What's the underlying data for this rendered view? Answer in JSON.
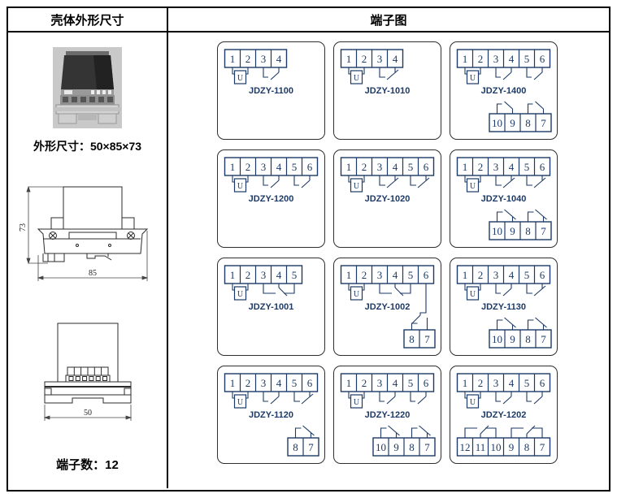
{
  "document": {
    "header": {
      "left_title": "壳体外形尺寸",
      "right_title": "端子图"
    }
  },
  "left_panel": {
    "dimension_text": "外形尺寸：50×85×73",
    "terminal_count_text": "端子数：12",
    "side_view": {
      "height_dim": "73",
      "width_dim": "85"
    },
    "front_view": {
      "width_dim": "50"
    }
  },
  "style": {
    "diagram_color": "#1d3a66"
  },
  "coil_label": "U",
  "cards": [
    {
      "model": "JDZY-1100",
      "top": [
        "1",
        "2",
        "3",
        "4"
      ],
      "coil": [
        0,
        1
      ],
      "top_contacts": [
        {
          "a": 2,
          "b": 3,
          "type": "no"
        }
      ],
      "bottom": [],
      "bottom_contacts": []
    },
    {
      "model": "JDZY-1010",
      "top": [
        "1",
        "2",
        "3",
        "4"
      ],
      "coil": [
        0,
        1
      ],
      "top_contacts": [
        {
          "a": 2,
          "b": 3,
          "type": "nc"
        }
      ],
      "bottom": [],
      "bottom_contacts": []
    },
    {
      "model": "JDZY-1400",
      "top": [
        "1",
        "2",
        "3",
        "4",
        "5",
        "6"
      ],
      "coil": [
        0,
        1
      ],
      "top_contacts": [
        {
          "a": 2,
          "b": 3,
          "type": "no"
        },
        {
          "a": 4,
          "b": 5,
          "type": "no"
        }
      ],
      "bottom": [
        "10",
        "9",
        "8",
        "7"
      ],
      "bottom_contacts": [
        {
          "a": 0,
          "b": 1,
          "type": "no"
        },
        {
          "a": 2,
          "b": 3,
          "type": "no"
        }
      ]
    },
    {
      "model": "JDZY-1200",
      "top": [
        "1",
        "2",
        "3",
        "4",
        "5",
        "6"
      ],
      "coil": [
        0,
        1
      ],
      "top_contacts": [
        {
          "a": 2,
          "b": 3,
          "type": "no"
        },
        {
          "a": 4,
          "b": 5,
          "type": "no"
        }
      ],
      "bottom": [],
      "bottom_contacts": []
    },
    {
      "model": "JDZY-1020",
      "top": [
        "1",
        "2",
        "3",
        "4",
        "5",
        "6"
      ],
      "coil": [
        0,
        1
      ],
      "top_contacts": [
        {
          "a": 2,
          "b": 3,
          "type": "nc"
        },
        {
          "a": 4,
          "b": 5,
          "type": "nc"
        }
      ],
      "bottom": [],
      "bottom_contacts": []
    },
    {
      "model": "JDZY-1040",
      "top": [
        "1",
        "2",
        "3",
        "4",
        "5",
        "6"
      ],
      "coil": [
        0,
        1
      ],
      "top_contacts": [
        {
          "a": 2,
          "b": 3,
          "type": "nc"
        },
        {
          "a": 4,
          "b": 5,
          "type": "nc"
        }
      ],
      "bottom": [
        "10",
        "9",
        "8",
        "7"
      ],
      "bottom_contacts": [
        {
          "a": 0,
          "b": 1,
          "type": "nc"
        },
        {
          "a": 2,
          "b": 3,
          "type": "nc"
        }
      ]
    },
    {
      "model": "JDZY-1001",
      "top": [
        "1",
        "2",
        "3",
        "4",
        "5"
      ],
      "coil": [
        0,
        1
      ],
      "top_contacts": [
        {
          "a": 2,
          "b": 3,
          "c": 4,
          "type": "co"
        }
      ],
      "bottom": [],
      "bottom_contacts": []
    },
    {
      "model": "JDZY-1002",
      "top": [
        "1",
        "2",
        "3",
        "4",
        "5",
        "6"
      ],
      "coil": [
        0,
        1
      ],
      "top_contacts": [
        {
          "a": 2,
          "b": 3,
          "c": 4,
          "type": "co"
        }
      ],
      "link_top_cell": 5,
      "bottom": [
        "8",
        "7"
      ],
      "bottom_contacts": [
        {
          "a": 0,
          "b": 1,
          "type": "link"
        }
      ]
    },
    {
      "model": "JDZY-1130",
      "top": [
        "1",
        "2",
        "3",
        "4",
        "5",
        "6"
      ],
      "coil": [
        0,
        1
      ],
      "top_contacts": [
        {
          "a": 2,
          "b": 3,
          "type": "no"
        },
        {
          "a": 4,
          "b": 5,
          "type": "nc"
        }
      ],
      "bottom": [
        "10",
        "9",
        "8",
        "7"
      ],
      "bottom_contacts": [
        {
          "a": 0,
          "b": 1,
          "type": "nc"
        },
        {
          "a": 2,
          "b": 3,
          "type": "nc"
        }
      ]
    },
    {
      "model": "JDZY-1120",
      "top": [
        "1",
        "2",
        "3",
        "4",
        "5",
        "6"
      ],
      "coil": [
        0,
        1
      ],
      "top_contacts": [
        {
          "a": 2,
          "b": 3,
          "type": "no"
        },
        {
          "a": 4,
          "b": 5,
          "type": "nc"
        }
      ],
      "bottom": [
        "8",
        "7"
      ],
      "bottom_contacts": [
        {
          "a": 0,
          "b": 1,
          "type": "nc"
        }
      ]
    },
    {
      "model": "JDZY-1220",
      "top": [
        "1",
        "2",
        "3",
        "4",
        "5",
        "6"
      ],
      "coil": [
        0,
        1
      ],
      "top_contacts": [
        {
          "a": 2,
          "b": 3,
          "type": "no"
        },
        {
          "a": 4,
          "b": 5,
          "type": "no"
        }
      ],
      "bottom": [
        "10",
        "9",
        "8",
        "7"
      ],
      "bottom_contacts": [
        {
          "a": 0,
          "b": 1,
          "type": "nc"
        },
        {
          "a": 2,
          "b": 3,
          "type": "nc"
        }
      ]
    },
    {
      "model": "JDZY-1202",
      "top": [
        "1",
        "2",
        "3",
        "4",
        "5",
        "6"
      ],
      "coil": [
        0,
        1
      ],
      "top_contacts": [
        {
          "a": 2,
          "b": 3,
          "type": "no"
        },
        {
          "a": 4,
          "b": 5,
          "type": "no"
        }
      ],
      "bottom": [
        "12",
        "11",
        "10",
        "9",
        "8",
        "7"
      ],
      "bottom_contacts": [
        {
          "a": 0,
          "b": 1,
          "c": 2,
          "type": "co"
        },
        {
          "a": 3,
          "b": 4,
          "c": 5,
          "type": "co"
        }
      ]
    }
  ]
}
